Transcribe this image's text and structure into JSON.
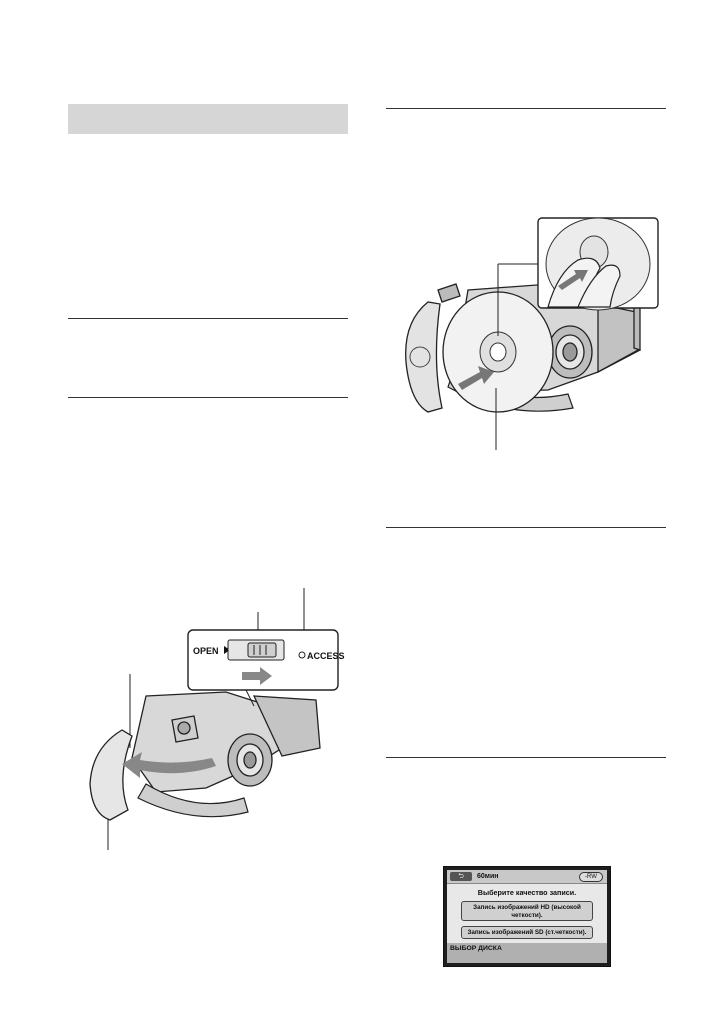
{
  "figure_open": {
    "open_label": "OPEN",
    "access_label": "ACCESS"
  },
  "lcd_screen": {
    "back_symbol": "⮌",
    "disc_time": "60мин",
    "disc_type": "-RW",
    "prompt": "Выберите качество записи.",
    "option_hd": "Запись изображений HD (высокой четкости).",
    "option_sd": "Запись изображений SD (ст.четкости).",
    "title": "ВЫБОР ДИСКА"
  }
}
